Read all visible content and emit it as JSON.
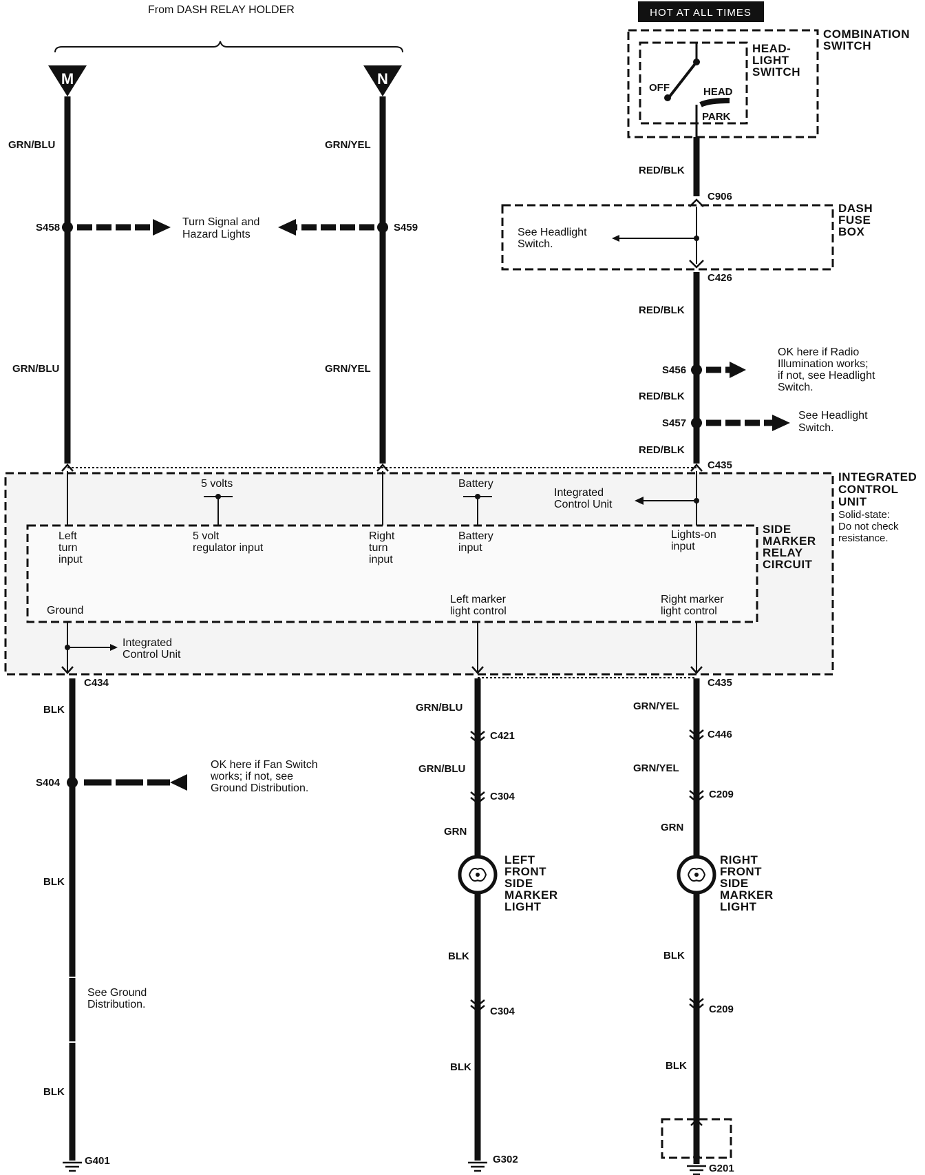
{
  "header": {
    "from_relay": "From DASH RELAY HOLDER",
    "hot": "HOT AT ALL TIMES"
  },
  "terminals": {
    "m": "M",
    "n": "N"
  },
  "combination_switch": {
    "title_1": "COMBINATION",
    "title_2": "SWITCH",
    "headlight_1": "HEAD-",
    "headlight_2": "LIGHT",
    "headlight_3": "SWITCH",
    "off": "OFF",
    "head": "HEAD",
    "park": "PARK"
  },
  "dash_fuse_box": {
    "title_1": "DASH",
    "title_2": "FUSE",
    "title_3": "BOX",
    "note_1": "See Headlight",
    "note_2": "Switch."
  },
  "wires": {
    "grn_blu": "GRN/BLU",
    "grn_yel": "GRN/YEL",
    "red_blk": "RED/BLK",
    "blk": "BLK",
    "grn": "GRN"
  },
  "splices": {
    "s458": "S458",
    "s459": "S459",
    "s456": "S456",
    "s457": "S457",
    "s404": "S404"
  },
  "connectors": {
    "c906": "C906",
    "c426": "C426",
    "c435": "C435",
    "c434": "C434",
    "c421": "C421",
    "c446": "C446",
    "c304": "C304",
    "c209": "C209"
  },
  "grounds": {
    "g401": "G401",
    "g302": "G302",
    "g201": "G201"
  },
  "notes": {
    "turn_signal_1": "Turn Signal and",
    "turn_signal_2": "Hazard Lights",
    "radio_1": "OK here if Radio",
    "radio_2": "Illumination works;",
    "radio_3": "if not, see Headlight",
    "radio_4": "Switch.",
    "headlight_1": "See Headlight",
    "headlight_2": "Switch.",
    "fan_1": "OK here if Fan Switch",
    "fan_2": "works; if not, see",
    "fan_3": "Ground Distribution.",
    "ground_1": "See Ground",
    "ground_2": "Distribution."
  },
  "icu": {
    "title_1": "INTEGRATED",
    "title_2": "CONTROL",
    "title_3": "UNIT",
    "solid_1": "Solid-state:",
    "solid_2": "Do not check",
    "solid_3": "resistance.",
    "five_volts": "5 volts",
    "battery": "Battery",
    "icu_ref_1": "Integrated",
    "icu_ref_2": "Control Unit",
    "left_turn_1": "Left",
    "left_turn_2": "turn",
    "left_turn_3": "input",
    "reg_1": "5 volt",
    "reg_2": "regulator input",
    "right_turn_1": "Right",
    "right_turn_2": "turn",
    "right_turn_3": "input",
    "battery_in_1": "Battery",
    "battery_in_2": "input",
    "lights_on_1": "Lights-on",
    "lights_on_2": "input",
    "ground": "Ground",
    "left_marker_1": "Left marker",
    "left_marker_2": "light control",
    "right_marker_1": "Right marker",
    "right_marker_2": "light control"
  },
  "side_marker_relay": {
    "l1": "SIDE",
    "l2": "MARKER",
    "l3": "RELAY",
    "l4": "CIRCUIT"
  },
  "left_light": {
    "l1": "LEFT",
    "l2": "FRONT",
    "l3": "SIDE",
    "l4": "MARKER",
    "l5": "LIGHT"
  },
  "right_light": {
    "l1": "RIGHT",
    "l2": "FRONT",
    "l3": "SIDE",
    "l4": "MARKER",
    "l5": "LIGHT"
  }
}
